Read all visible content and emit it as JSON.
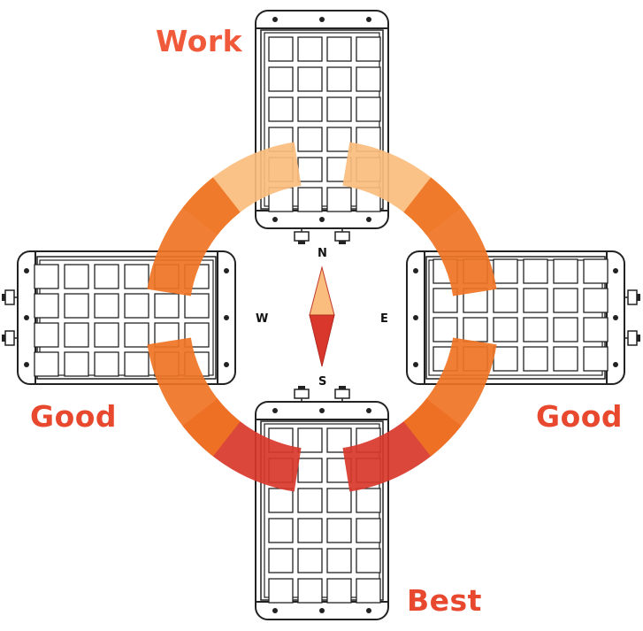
{
  "ratings": {
    "north": "Work",
    "west": "Good",
    "east": "Good",
    "south": "Best"
  },
  "compass": {
    "n": "N",
    "s": "S",
    "e": "E",
    "w": "W"
  },
  "colors": {
    "north_arc": "#fbbd7d",
    "west_arc": "#ef7424",
    "east_arc": "#ef7424",
    "south_arc": "#d9372b",
    "north_label": "#f05a3a",
    "side_label": "#e8492e",
    "south_label": "#e8492e",
    "needle_north": "#fbbd7d",
    "needle_south": "#d9372b",
    "outline": "#222222"
  },
  "icons": [
    "solar-panel-north",
    "solar-panel-west",
    "solar-panel-east",
    "solar-panel-south",
    "compass-needle"
  ]
}
